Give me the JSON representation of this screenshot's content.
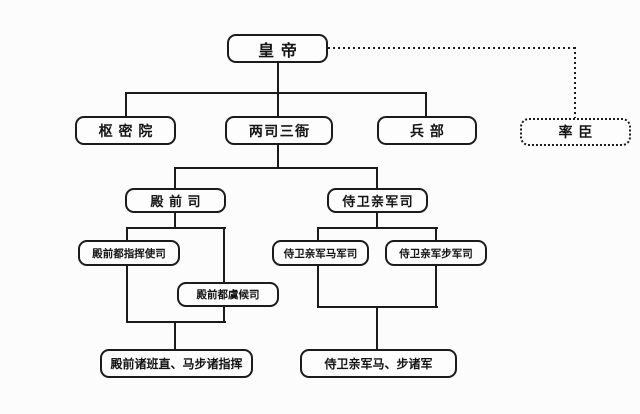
{
  "diagram": {
    "background": "#fcfcfc",
    "line_color": "#1b1b1b",
    "text_color": "#141414",
    "nodes": {
      "emperor": {
        "label": "皇帝",
        "border": "solid"
      },
      "privy_council": {
        "label": "枢密院",
        "border": "solid"
      },
      "two_commands": {
        "label": "两司三衙",
        "border": "solid"
      },
      "ministry_of_war": {
        "label": "兵部",
        "border": "solid"
      },
      "shuai_chen": {
        "label": "率臣",
        "border": "dotted"
      },
      "dianqian_si": {
        "label": "殿前司",
        "border": "solid"
      },
      "shiwei_qinjun_si": {
        "label": "侍卫亲军司",
        "border": "solid"
      },
      "du_zhihuishi_si": {
        "label": "殿前都指挥使司",
        "border": "solid"
      },
      "du_yuhou_si": {
        "label": "殿前都虞候司",
        "border": "solid"
      },
      "majun_si": {
        "label": "侍卫亲军马军司",
        "border": "solid"
      },
      "bujun_si": {
        "label": "侍卫亲军步军司",
        "border": "solid"
      },
      "dianqian_zhujun": {
        "label": "殿前诸班直、马步诸指挥",
        "border": "solid"
      },
      "shiwei_zhujun": {
        "label": "侍卫亲军马、步诸军",
        "border": "solid"
      }
    },
    "edges": [
      {
        "from": "皇帝",
        "to": "枢密院",
        "style": "solid"
      },
      {
        "from": "皇帝",
        "to": "两司三衙",
        "style": "solid"
      },
      {
        "from": "皇帝",
        "to": "兵部",
        "style": "solid"
      },
      {
        "from": "皇帝",
        "to": "率臣",
        "style": "dotted"
      },
      {
        "from": "两司三衙",
        "to": "殿前司",
        "style": "solid"
      },
      {
        "from": "两司三衙",
        "to": "侍卫亲军司",
        "style": "solid"
      },
      {
        "from": "殿前司",
        "to": "殿前都指挥使司",
        "style": "solid"
      },
      {
        "from": "殿前司",
        "to": "殿前都虞候司",
        "style": "solid"
      },
      {
        "from": "殿前都指挥使司、殿前都虞候司",
        "to": "殿前诸班直、马步诸指挥",
        "style": "solid"
      },
      {
        "from": "侍卫亲军司",
        "to": "侍卫亲军马军司",
        "style": "solid"
      },
      {
        "from": "侍卫亲军司",
        "to": "侍卫亲军步军司",
        "style": "solid"
      },
      {
        "from": "侍卫亲军马军司、侍卫亲军步军司",
        "to": "侍卫亲军马、步诸军",
        "style": "solid"
      }
    ]
  }
}
